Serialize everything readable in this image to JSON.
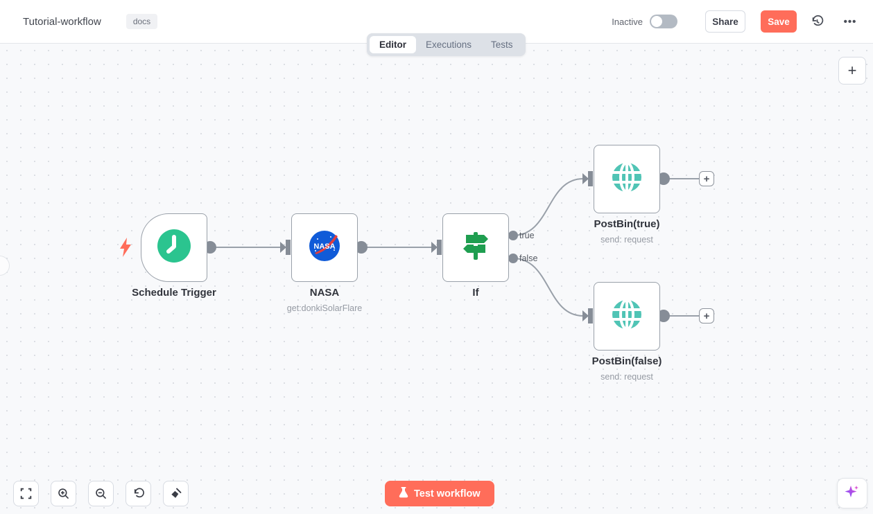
{
  "header": {
    "title": "Tutorial-workflow",
    "tag": "docs",
    "status": "Inactive",
    "share": "Share",
    "save": "Save"
  },
  "tabs": {
    "editor": "Editor",
    "executions": "Executions",
    "tests": "Tests"
  },
  "nodes": {
    "schedule": {
      "name": "Schedule Trigger"
    },
    "nasa": {
      "name": "NASA",
      "subtitle": "get:donkiSolarFlare"
    },
    "if": {
      "name": "If"
    },
    "postbin_true": {
      "name": "PostBin(true)",
      "subtitle": "send: request"
    },
    "postbin_false": {
      "name": "PostBin(false)",
      "subtitle": "send: request"
    }
  },
  "connections": {
    "true_label": "true",
    "false_label": "false"
  },
  "canvas_buttons": {
    "add_node": "+",
    "edge_plus": "+"
  },
  "footer": {
    "test_workflow": "Test workflow"
  },
  "icons": {
    "bolt": "lightning-trigger",
    "clock": "schedule-clock",
    "nasa": "nasa-logo",
    "signpost": "if-signpost",
    "globe": "http-globe",
    "toolbar": [
      "fit-view",
      "zoom-in",
      "zoom-out",
      "reset-zoom",
      "tidy-up"
    ],
    "assistant": "ai-sparkle"
  },
  "colors": {
    "accent": "#ff6d5a",
    "schedule_green": "#2bc48f",
    "if_green": "#1f9e50",
    "globe_teal": "#50c4b5",
    "nasa_blue": "#0b3d91",
    "connector_gray": "#99a0a9"
  }
}
